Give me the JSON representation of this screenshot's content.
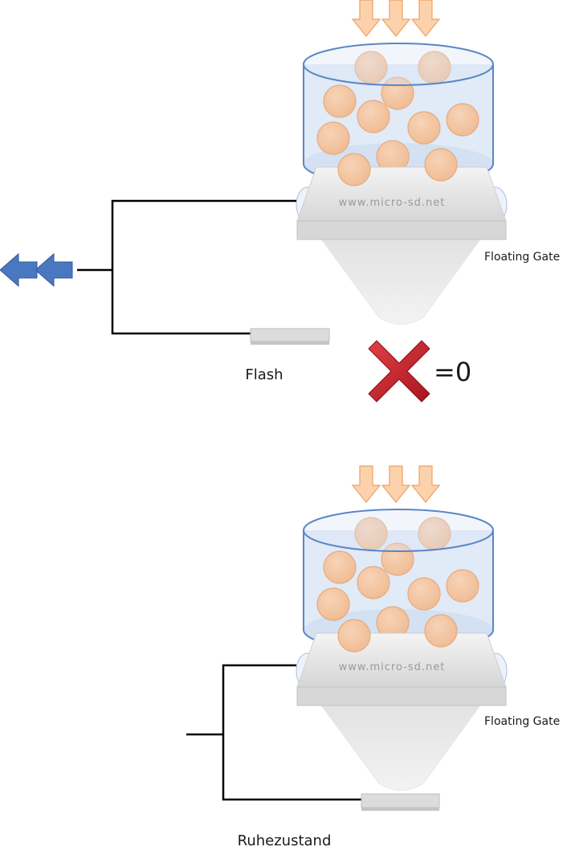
{
  "watermark": "www.micro-sd.net",
  "top_panel": {
    "floating_gate_label": "Floating Gate",
    "state_label": "Flash",
    "result_text": "=0"
  },
  "bottom_panel": {
    "floating_gate_label": "Floating Gate",
    "state_label": "Ruhezustand"
  },
  "colors": {
    "electron_fill": "#f4c49c",
    "electron_stroke": "#e8a878",
    "arrow_down_fill": "#fcd2ad",
    "arrow_down_stroke": "#f0a060",
    "arrow_left_fill": "#4a78c0",
    "cylinder_stroke": "#5b86c5",
    "cylinder_fill": "#c9d8f0",
    "x_mark": "#c8202a",
    "wire": "#000000"
  },
  "icons": [
    "electron-ball",
    "down-arrow-icon",
    "left-arrow-icon",
    "x-mark-icon"
  ]
}
